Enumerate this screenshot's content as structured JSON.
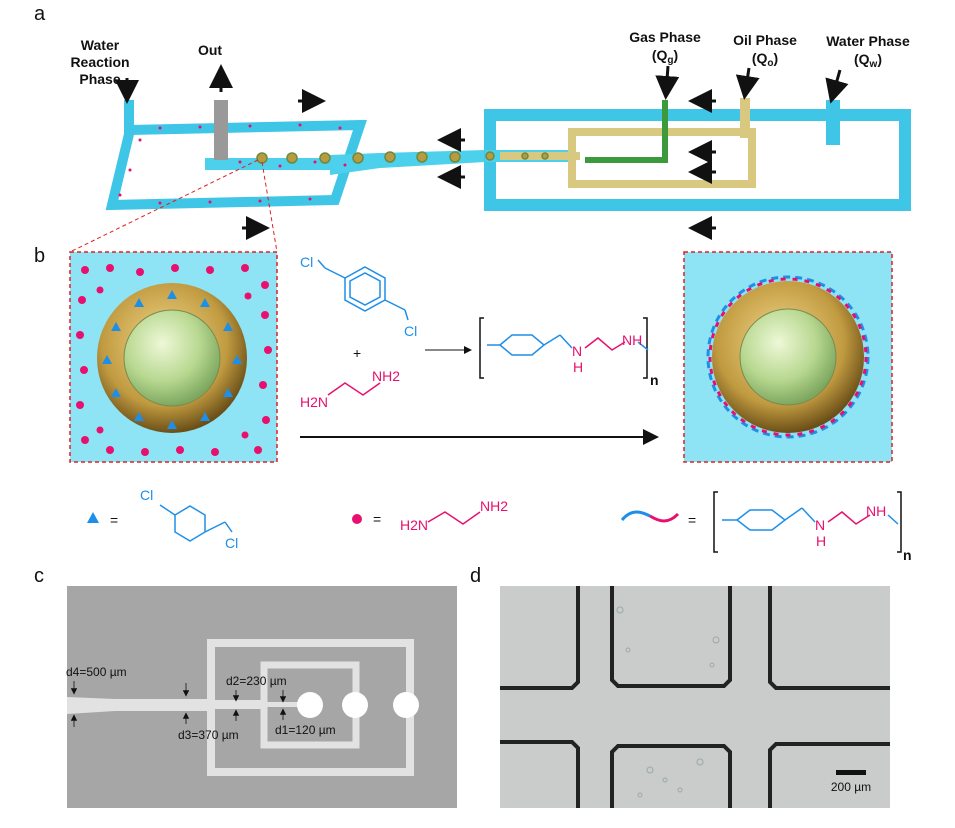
{
  "panels": {
    "a": "a",
    "b": "b",
    "c": "c",
    "d": "d"
  },
  "panel_a": {
    "water_reaction_phase": [
      "Water",
      "Reaction",
      "Phase"
    ],
    "out": "Out",
    "gas_phase": {
      "title": "Gas Phase",
      "symbol": "(Q",
      "sub": "g",
      "close": ")"
    },
    "oil_phase": {
      "title": "Oil Phase",
      "symbol": "(Q",
      "sub": "o",
      "close": ")"
    },
    "water_phase": {
      "title": "Water Phase",
      "symbol": "(Q",
      "sub": "w",
      "close": ")"
    }
  },
  "panel_b": {
    "cl": "Cl",
    "plus": "+",
    "h2n": "H2N",
    "nh2": "NH2",
    "nh": "NH",
    "h_n": "N",
    "h": "H",
    "n": "n",
    "equals": "="
  },
  "panel_c": {
    "d4": "d4=500 µm",
    "d3": "d3=370 µm",
    "d2": "d2=230 µm",
    "d1": "d1=120 µm"
  },
  "panel_d": {
    "scale_bar": "200 µm"
  },
  "colors": {
    "channel": "#4dd0ec",
    "amine": "#e8106e",
    "chloride": "#1e8fe8",
    "oil": "#d8c880",
    "gas": "#3c9a3c"
  }
}
